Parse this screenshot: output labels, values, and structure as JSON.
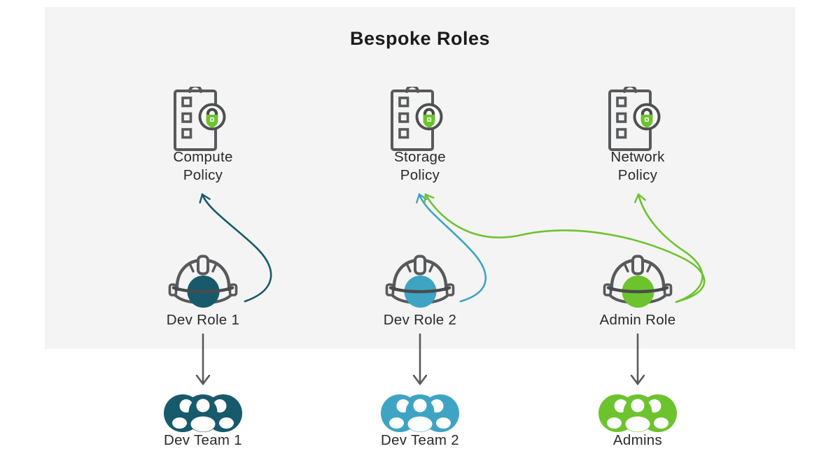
{
  "title": "Bespoke Roles",
  "colors": {
    "panel_bg": "#f4f4f4",
    "icon_stroke": "#58595b",
    "icon_stroke_dark": "#4a4b4d",
    "arrow_gray": "#595a5c",
    "text": "#2a2a2a",
    "lock_green": "#6dc32e",
    "badge_fill": "#ffffff"
  },
  "policies": [
    {
      "name": "Compute Policy",
      "lines": [
        "Compute",
        "Policy"
      ],
      "icon": "policy-clipboard-lock-icon"
    },
    {
      "name": "Storage Policy",
      "lines": [
        "Storage",
        "Policy"
      ],
      "icon": "policy-clipboard-lock-icon"
    },
    {
      "name": "Network Policy",
      "lines": [
        "Network",
        "Policy"
      ],
      "icon": "policy-clipboard-lock-icon"
    }
  ],
  "roles": [
    {
      "label": "Dev Role 1",
      "color": "#175a6c",
      "icon": "hard-hat-icon"
    },
    {
      "label": "Dev Role 2",
      "color": "#3fa4c3",
      "icon": "hard-hat-icon"
    },
    {
      "label": "Admin Role",
      "color": "#6dc32e",
      "icon": "hard-hat-icon"
    }
  ],
  "teams": [
    {
      "label": "Dev Team 1",
      "color": "#175a6c",
      "icon": "people-group-icon"
    },
    {
      "label": "Dev Team 2",
      "color": "#3fa4c3",
      "icon": "people-group-icon"
    },
    {
      "label": "Admins",
      "color": "#6dc32e",
      "icon": "people-group-icon"
    }
  ],
  "connections": [
    {
      "from": "Dev Role 1",
      "to": "Compute Policy",
      "color": "#175a6c"
    },
    {
      "from": "Dev Role 2",
      "to": "Storage Policy",
      "color": "#3fa4c3"
    },
    {
      "from": "Admin Role",
      "to": "Storage Policy",
      "color": "#6dc32e"
    },
    {
      "from": "Admin Role",
      "to": "Network Policy",
      "color": "#6dc32e"
    }
  ],
  "assignments": [
    {
      "from": "Dev Role 1",
      "to": "Dev Team 1"
    },
    {
      "from": "Dev Role 2",
      "to": "Dev Team 2"
    },
    {
      "from": "Admin Role",
      "to": "Admins"
    }
  ]
}
